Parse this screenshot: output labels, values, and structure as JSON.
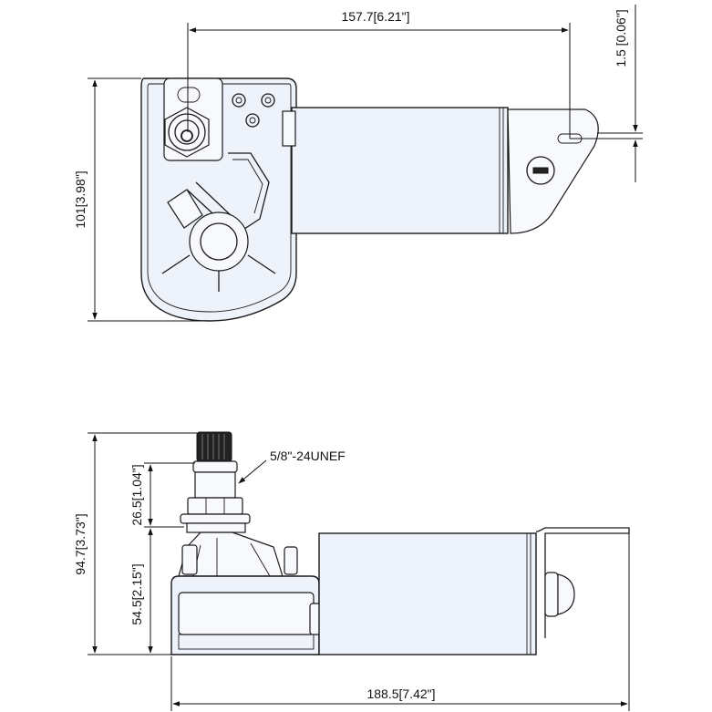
{
  "top_view": {
    "width_dimension": "157.7[6.21\"]",
    "height_dimension": "101[3.98\"]",
    "offset_dimension": "1.5 [0.06\"]"
  },
  "side_view": {
    "thread_callout": "5/8\"-24UNEF",
    "overall_height_dimension": "94.7[3.73\"]",
    "shaft_height_dimension": "26.5[1.04\"]",
    "body_height_dimension": "54.5[2.15\"]",
    "overall_length_dimension": "188.5[7.42\"]"
  }
}
